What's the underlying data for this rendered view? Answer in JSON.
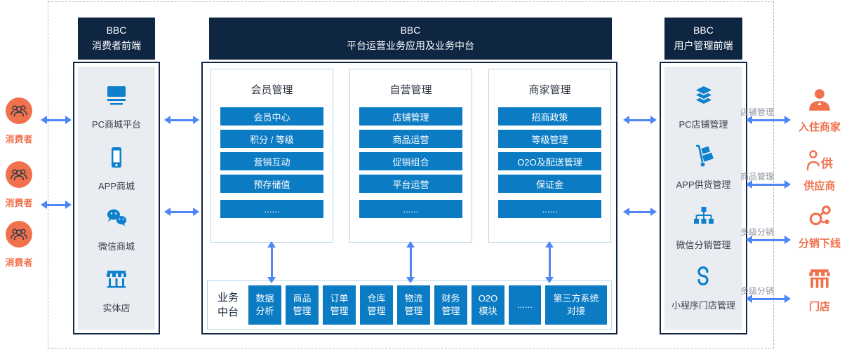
{
  "left_consumers": {
    "items": [
      {
        "icon": "consumers-icon",
        "label": "消费者"
      },
      {
        "icon": "consumers-icon",
        "label": "消费者"
      },
      {
        "icon": "consumers-icon",
        "label": "消费者"
      }
    ]
  },
  "left_panel": {
    "header": "BBC\n消费者前端",
    "items": [
      {
        "icon": "desktop-icon",
        "label": "PC商城平台"
      },
      {
        "icon": "smartphone-icon",
        "label": "APP商城"
      },
      {
        "icon": "wechat-icon",
        "label": "微信商城"
      },
      {
        "icon": "storefront-icon",
        "label": "实体店"
      }
    ]
  },
  "center": {
    "header": "BBC\n平台运营业务应用及业务中台",
    "columns": [
      {
        "title": "会员管理",
        "buttons": [
          "会员中心",
          "积分 / 等级",
          "营销互动",
          "预存储值",
          "......"
        ]
      },
      {
        "title": "自营管理",
        "buttons": [
          "店铺管理",
          "商品运营",
          "促销组合",
          "平台运营",
          "......"
        ]
      },
      {
        "title": "商家管理",
        "buttons": [
          "招商政策",
          "等级管理",
          "O2O及配送管理",
          "保证金",
          "......"
        ]
      }
    ],
    "middle_platform": {
      "label": "业务\n中台",
      "modules": [
        "数据\n分析",
        "商品\n管理",
        "订单\n管理",
        "仓库\n管理",
        "物流\n管理",
        "财务\n管理",
        "O2O\n模块",
        "......",
        "第三方系统\n对接"
      ]
    }
  },
  "right_panel": {
    "header": "BBC\n用户管理前端",
    "items": [
      {
        "icon": "layers-icon",
        "label": "PC店铺管理"
      },
      {
        "icon": "trolley-icon",
        "label": "APP供货管理"
      },
      {
        "icon": "hierarchy-icon",
        "label": "微信分销管理"
      },
      {
        "icon": "miniprogram-icon",
        "label": "小程序门店管理"
      }
    ]
  },
  "right_outside": {
    "groups": [
      {
        "icon": "merchant-icon",
        "relation_label": "店铺管理",
        "entity_label": "入住商家"
      },
      {
        "icon": "supplier-icon",
        "icon_char": "供",
        "relation_label": "商品管理",
        "entity_label": "供应商"
      },
      {
        "icon": "distribution-icon",
        "relation_label": "多级分销",
        "entity_label": "分销下线"
      },
      {
        "icon": "shop-icon",
        "relation_label": "多级分销",
        "entity_label": "门店"
      }
    ]
  },
  "colors": {
    "navy": "#0e2642",
    "button_blue": "#0b7cc4",
    "icon_blue": "#0e80cc",
    "arrow_blue": "#4e86f5",
    "orange": "#f0714c",
    "panel_gray": "#e9edf2",
    "border_light_blue": "#b5d6ec"
  }
}
